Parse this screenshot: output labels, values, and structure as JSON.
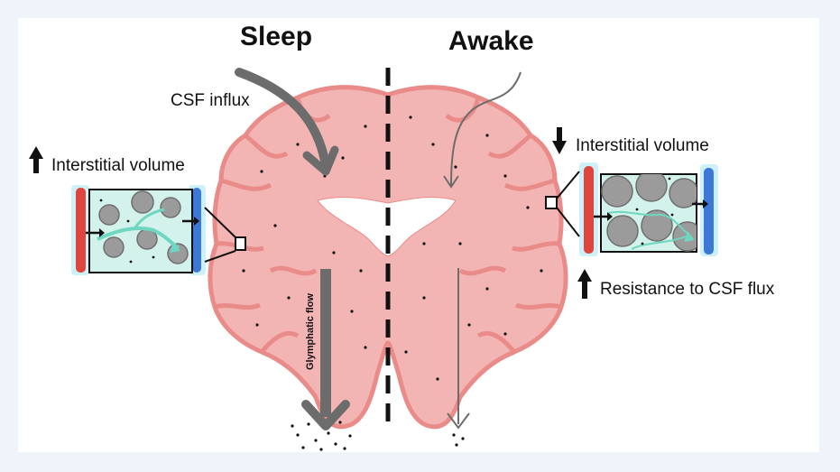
{
  "labels": {
    "sleep": "Sleep",
    "awake": "Awake",
    "csf_influx": "CSF influx",
    "left_volume": "Interstitial volume",
    "right_volume": "Interstitial volume",
    "resistance": "Resistance to CSF flux",
    "glymphatic": "Glymphatic flow"
  },
  "colors": {
    "brain_fill": "#f2b5b3",
    "brain_outline": "#e98c89",
    "ventricle": "#ffffff",
    "artery": "#e0453d",
    "vein": "#3e78d6",
    "interstitial": "#d3f2ec",
    "cell": "#9b9b9b",
    "flow_arrow": "#6c6c6c",
    "cyan_flow": "#6fd6c1"
  },
  "icons": {
    "up_arrow": "up-arrow-icon",
    "down_arrow": "down-arrow-icon"
  }
}
